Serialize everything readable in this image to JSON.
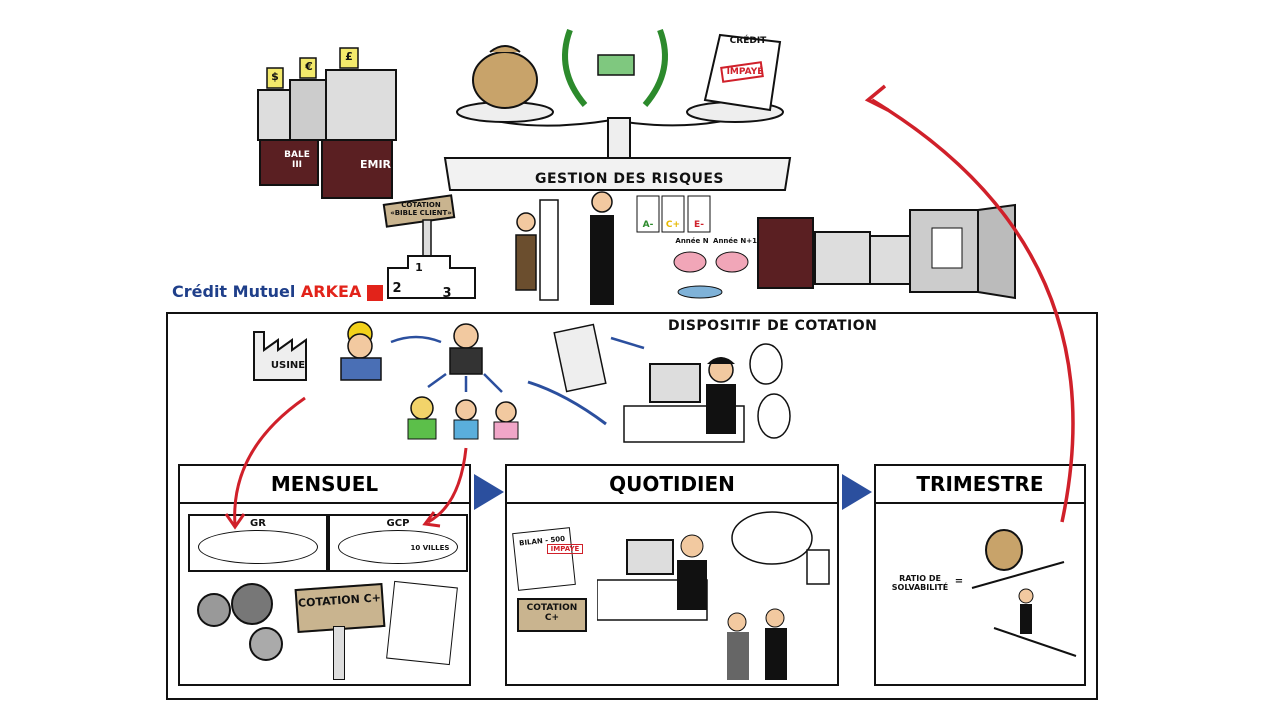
{
  "brand": {
    "name_part1": "Crédit Mutuel",
    "name_part2": "ARKEA"
  },
  "top": {
    "title": "GESTION DES RISQUES",
    "credit_paper": {
      "line1": "CRÉDIT",
      "stamp": "IMPAYÉ"
    },
    "boxes": [
      {
        "label": "BALE III"
      },
      {
        "label": "EMIR"
      }
    ],
    "currency_signs": [
      "$",
      "€",
      "£"
    ],
    "cotation_sign": "COTATION «BIBLE CLIENT»",
    "podium": [
      "1",
      "2",
      "3"
    ],
    "grades": [
      "A-",
      "C+",
      "E-"
    ],
    "years": [
      "Année N",
      "Année N+1"
    ]
  },
  "middle": {
    "title": "DISPOSITIF DE COTATION",
    "usine": "USINE"
  },
  "panels": {
    "mensuel": {
      "title": "MENSUEL",
      "gr": "GR",
      "gcp": "GCP",
      "gcp_sub": "10 VILLES",
      "cotation": "COTATION C+"
    },
    "quotidien": {
      "title": "QUOTIDIEN",
      "bilan": "BILAN - 500",
      "impaye": "IMPAYÉ",
      "cotation": "COTATION C+"
    },
    "trimestre": {
      "title": "TRIMESTRE",
      "ratio": "RATIO DE SOLVABILITÉ",
      "equals": "="
    }
  },
  "colors": {
    "arrow_red": "#d0202a",
    "arrow_blue": "#2b4f9e"
  }
}
